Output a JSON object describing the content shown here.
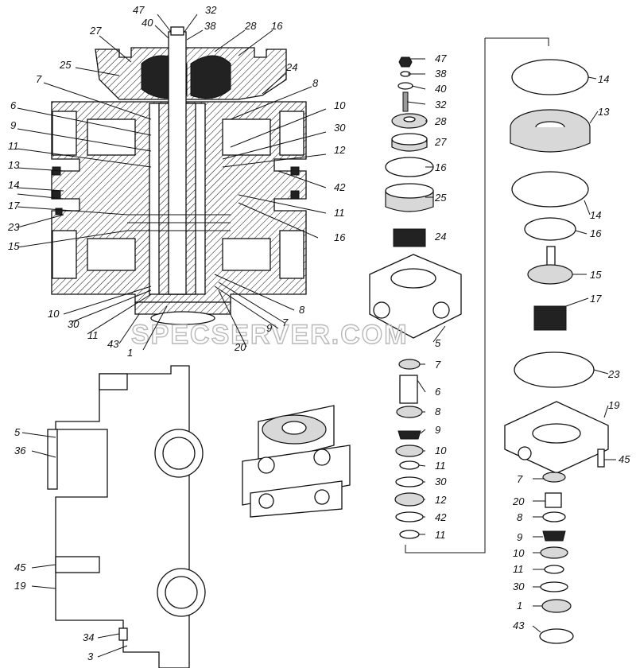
{
  "watermark": "SPECSERVER.COM",
  "labels": {
    "section": [
      "47",
      "32",
      "40",
      "38",
      "28",
      "16",
      "27",
      "25",
      "24",
      "7",
      "8",
      "6",
      "10",
      "9",
      "30",
      "11",
      "12",
      "13",
      "42",
      "14",
      "17",
      "11",
      "23",
      "16",
      "15",
      "10",
      "8",
      "30",
      "7",
      "11",
      "9",
      "43",
      "20",
      "1"
    ],
    "exploded_center": [
      "47",
      "38",
      "40",
      "32",
      "28",
      "27",
      "16",
      "25",
      "24",
      "5",
      "7",
      "6",
      "8",
      "9",
      "10",
      "11",
      "30",
      "12",
      "42",
      "11"
    ],
    "exploded_right": [
      "14",
      "13",
      "14",
      "16",
      "15",
      "17",
      "23",
      "19",
      "45",
      "7",
      "20",
      "8",
      "9",
      "10",
      "11",
      "30",
      "1",
      "43"
    ],
    "side_view": [
      "5",
      "36",
      "45",
      "19",
      "34",
      "3"
    ]
  }
}
